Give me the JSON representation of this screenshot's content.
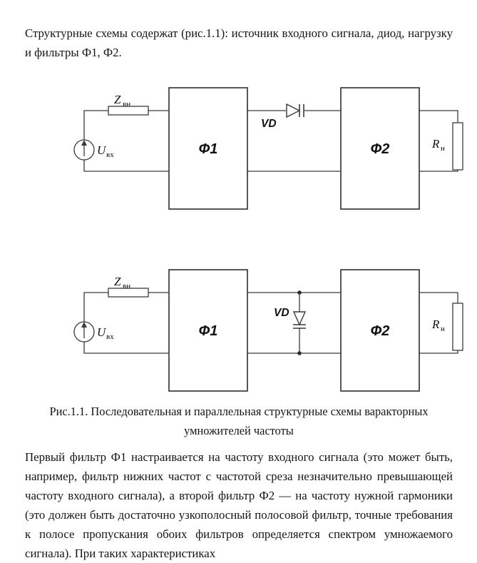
{
  "document": {
    "intro": "Структурные схемы содержат (рис.1.1): источник входного сигнала, диод, нагрузку и фильтры Ф1, Ф2.",
    "caption_line1": "Рис.1.1. Последовательная и параллельная структурные схемы варакторных",
    "caption_line2": "умножителей частоты",
    "body": "Первый фильтр Ф1 настраивается на частоту входного сигнала (это может быть, например, фильтр нижних частот с частотой среза незначительно превышающей частоту входного сигнала), а второй фильтр Ф2 — на частоту нужной гармоники (это должен быть достаточно узкополосный полосовой фильтр, точные требования к полосе пропускания обоих фильтров определяется спектром умножаемого сигнала). При таких характеристиках"
  },
  "diagrams": {
    "series": {
      "impedance_main": "Z",
      "impedance_sub": "вн",
      "source_main": "U",
      "source_sub": "вх",
      "filter1": "Ф1",
      "diode": "VD",
      "filter2": "Ф2",
      "load_main": "R",
      "load_sub": "н"
    },
    "parallel": {
      "impedance_main": "Z",
      "impedance_sub": "вн",
      "source_main": "U",
      "source_sub": "вх",
      "filter1": "Ф1",
      "diode": "VD",
      "filter2": "Ф2",
      "load_main": "R",
      "load_sub": "н"
    }
  },
  "colors": {
    "ink": "#111111",
    "line": "#3a3a3a",
    "paper": "#ffffff"
  }
}
